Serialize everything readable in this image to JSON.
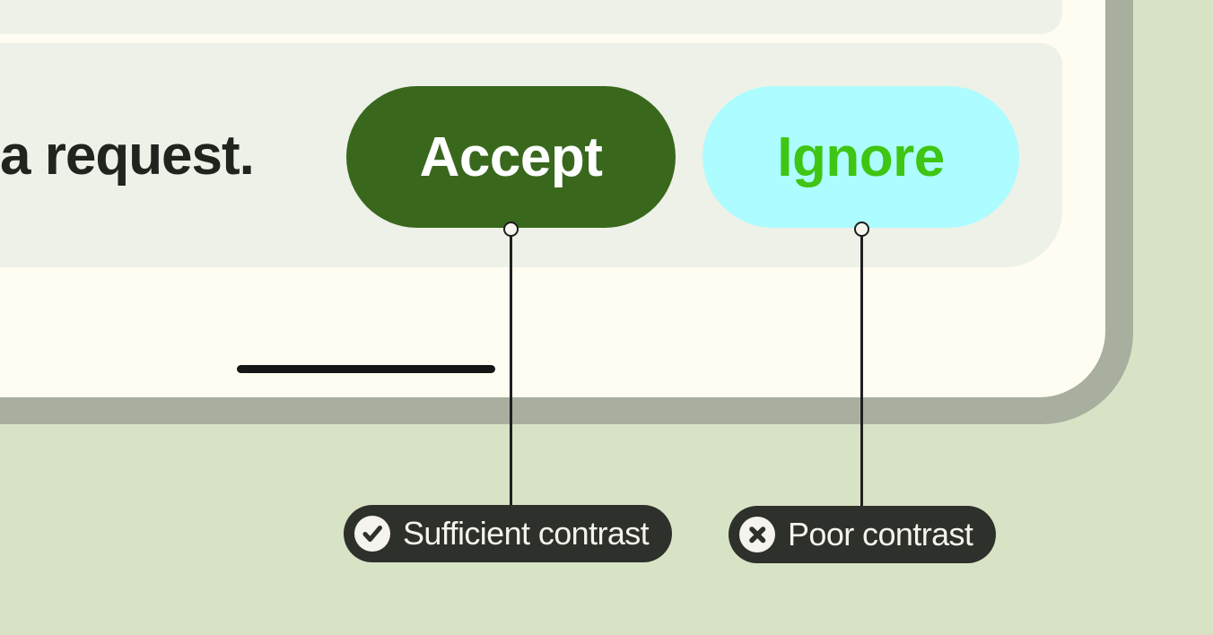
{
  "card": {
    "message_text": "a request.",
    "buttons": [
      {
        "label": "Accept"
      },
      {
        "label": "Ignore"
      }
    ]
  },
  "callouts": [
    {
      "icon": "check-icon",
      "label": "Sufficient contrast"
    },
    {
      "icon": "x-icon",
      "label": "Poor contrast"
    }
  ],
  "colors": {
    "page_background": "#d8e3c6",
    "device_frame": "#a8af9f",
    "device_screen": "#fffdf2",
    "card_background": "#eef1e8",
    "message_text": "#20241e",
    "accept_button_bg": "#39681d",
    "accept_button_text": "#ffffff",
    "ignore_button_bg": "#adfcff",
    "ignore_button_text": "#3fc513",
    "home_indicator": "#161616",
    "callout_bg": "#2e302b",
    "callout_text": "#f4f3ed",
    "connector": "#1f1f1f"
  }
}
